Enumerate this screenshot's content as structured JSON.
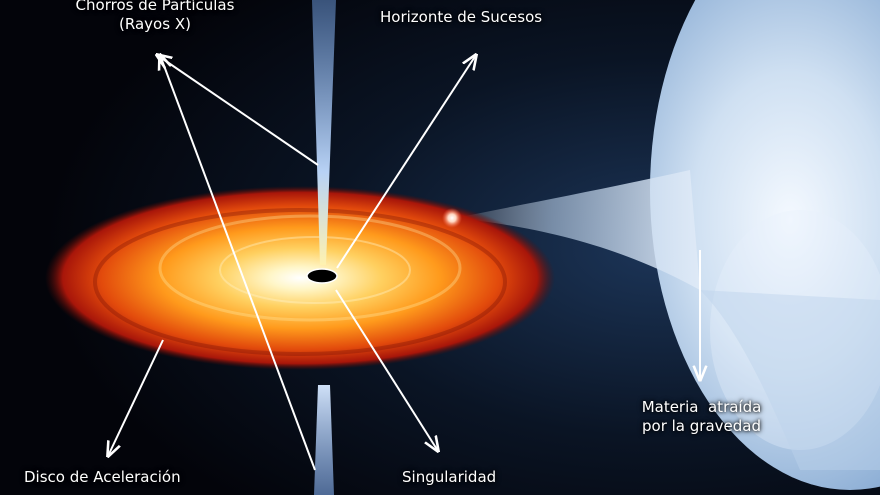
{
  "labels": {
    "jets_line1": "Chorros de Partículas",
    "jets_line2": "(Rayos X)",
    "event_horizon": "Horizonte de Sucesos",
    "accretion_disk": "Disco de Aceleración",
    "singularity": "Singularidad",
    "matter_line1": "Materia  atraída",
    "matter_line2": "por la gravedad"
  },
  "colors": {
    "background": "#03040a",
    "disk_core": "#fff6c8",
    "disk_mid": "#ff9a1c",
    "disk_outer": "#c21a06",
    "star": "#a9c6e6",
    "jet": "#8fb4e6",
    "arrow": "#ffffff"
  }
}
